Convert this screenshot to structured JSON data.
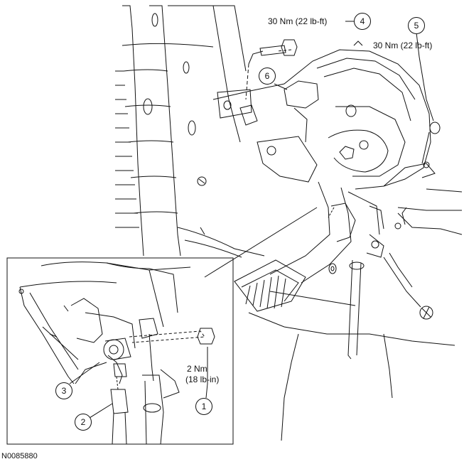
{
  "figure_id": "N0085880",
  "callouts": {
    "c1": "1",
    "c2": "2",
    "c3": "3",
    "c4": "4",
    "c5": "5",
    "c6": "6"
  },
  "torque_labels": {
    "bolt_4": "30 Nm (22 lb-ft)",
    "bolt_5": "30 Nm (22 lb-ft)",
    "screw_1_nm": "2 Nm",
    "screw_1_lbin": "(18 lb-in)"
  }
}
